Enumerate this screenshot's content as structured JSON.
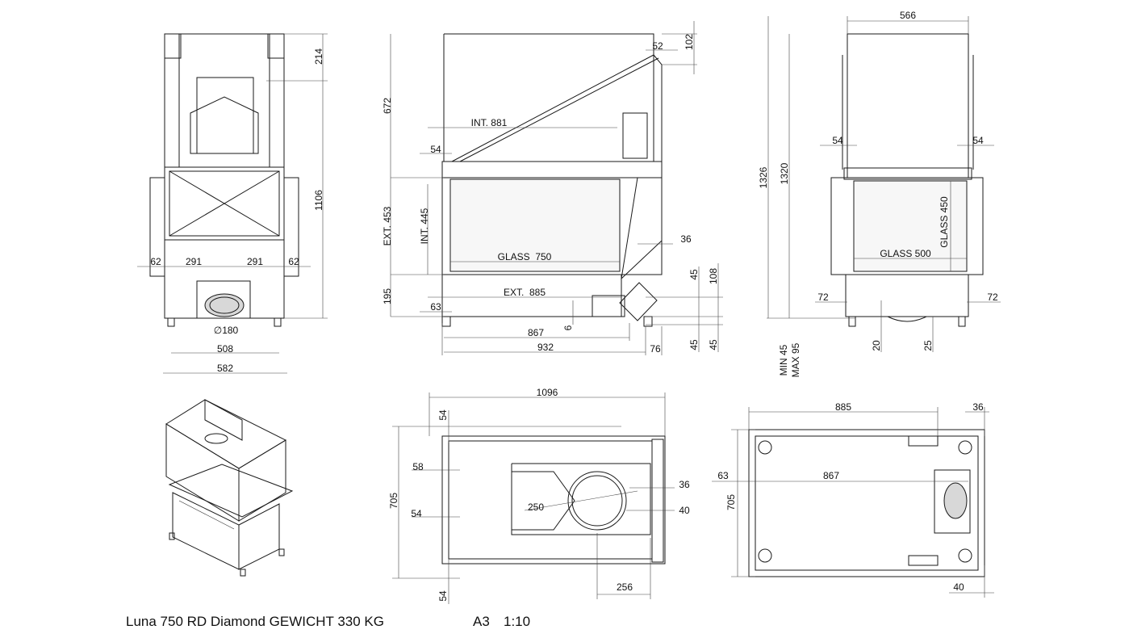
{
  "title_block": {
    "product": "Luna 750 RD Diamond GEWICHT 330 KG",
    "sheet": "A3",
    "scale": "1:10"
  },
  "front_view": {
    "dims": {
      "top_offset": "214",
      "height": "1106",
      "side_left": "62",
      "half_left": "291",
      "half_right": "291",
      "side_right": "62",
      "duct": "∅180",
      "inner_width": "508",
      "outer_width": "582"
    }
  },
  "side_view": {
    "dims": {
      "upper": "672",
      "int_depth": "INT. 881",
      "ledge": "54",
      "flue_52": "52",
      "flue_102": "102",
      "ext_453": "EXT. 453",
      "int_445": "INT. 445",
      "glass_750": "GLASS  750",
      "ext_885": "EXT.  885",
      "base_195": "195",
      "foot_63": "63",
      "depth_867": "867",
      "depth_932": "932",
      "gap_6": "6",
      "offset_36": "36",
      "h_45a": "45",
      "h_108": "108",
      "h_45b": "45",
      "h_45c": "45",
      "back_76": "76"
    }
  },
  "right_view": {
    "dims": {
      "top_width": "566",
      "h_1326": "1326",
      "h_1320": "1320",
      "side_54_left": "54",
      "side_54_right": "54",
      "glass_450": "GLASS 450",
      "glass_500": "GLASS 500",
      "foot_72_left": "72",
      "foot_72_right": "72",
      "leg_20": "20",
      "leg_25": "25",
      "leg_min": "MIN 45",
      "leg_max": "MAX 95"
    }
  },
  "top_view": {
    "dims": {
      "width_1096": "1096",
      "depth_705": "705",
      "top_54": "54",
      "left_58": "58",
      "left_54": "54",
      "bottom_54": "54",
      "radius_250": "250",
      "right_36": "36",
      "right_40": "40",
      "bottom_256": "256"
    }
  },
  "bottom_view": {
    "dims": {
      "width_885": "885",
      "edge_36": "36",
      "offset_63": "63",
      "span_867": "867",
      "depth_705": "705",
      "edge_40": "40"
    }
  }
}
